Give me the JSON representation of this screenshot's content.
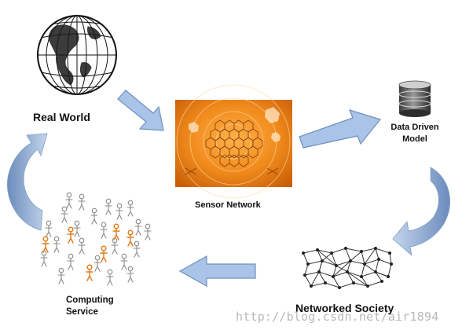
{
  "nodes": {
    "real_world": "Real World",
    "sensor_network": "Sensor Network",
    "data_driven_model": {
      "line1": "Data Driven",
      "line2": "Model"
    },
    "networked_society": "Networked Society",
    "computing_service": {
      "line1": "Computing",
      "line2": "Service"
    }
  },
  "watermark": "http://blog.csdn.net/air1894",
  "colors": {
    "arrow_fill": "#a9c4e6",
    "arrow_stroke": "#6f8fbf",
    "sensor_bg": "#f08a1c",
    "curved_arrow_light": "#b7cbe4",
    "curved_arrow_dark": "#6e8fbd"
  },
  "icons": [
    "globe-icon",
    "sensor-network-image",
    "database-icon",
    "network-graph-icon",
    "people-crowd-icon"
  ]
}
